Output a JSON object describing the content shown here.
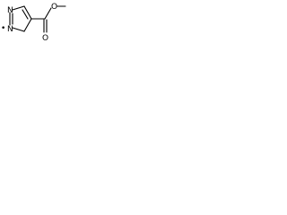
{
  "molecule": {
    "atoms": {
      "ring_nitrogen_top": "N",
      "ring_nitrogen_bottom": "N",
      "carbonyl_oxygen": "O",
      "ester_oxygen": "O"
    },
    "radical_marker": "•"
  },
  "colors": {
    "bond": "#000000",
    "label": "#000000",
    "background": "#ffffff"
  }
}
